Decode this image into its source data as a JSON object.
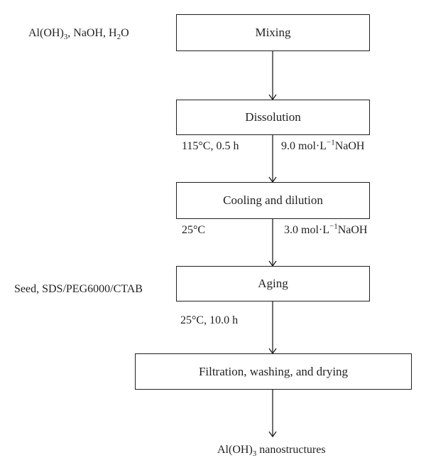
{
  "boxes": {
    "mixing": "Mixing",
    "dissolution": "Dissolution",
    "cooling": "Cooling and dilution",
    "aging": "Aging",
    "filtration": "Filtration, washing, and drying"
  },
  "inputs": {
    "mixing": {
      "a": "Al(OH)",
      "a_sub": "3",
      "b": ", NaOH, H",
      "b_sub": "2",
      "c": "O"
    },
    "aging": "Seed, SDS/PEG6000/CTAB"
  },
  "conditions": {
    "dissolution_temp": "115°C, 0.5 h",
    "dissolution_naoh": {
      "a": "9.0 mol·L",
      "sup": "−1",
      "b": "NaOH"
    },
    "cooling_temp": "25°C",
    "cooling_naoh": {
      "a": "3.0 mol·L",
      "sup": "−1",
      "b": "NaOH"
    },
    "aging_temp": "25°C, 10.0 h"
  },
  "output": {
    "a": "Al(OH)",
    "sub": "3",
    "b": " nanostructures"
  }
}
